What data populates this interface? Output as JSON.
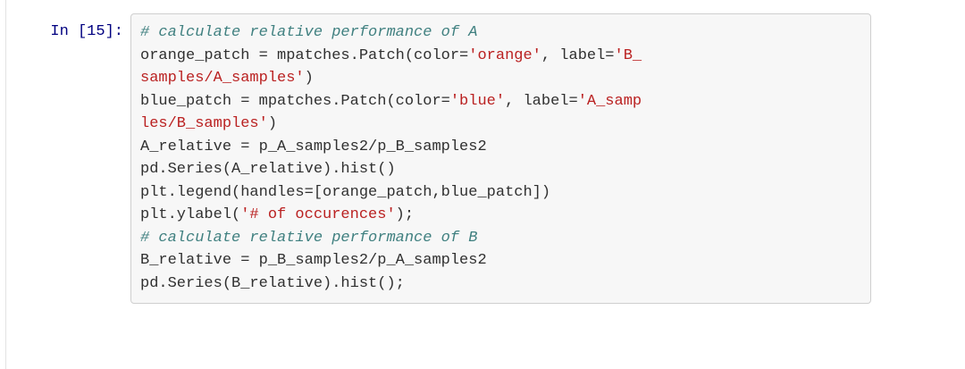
{
  "cell": {
    "prompt_label": "In [15]:",
    "execution_count": 15,
    "cell_type": "code",
    "language": "python",
    "colors": {
      "prompt": "#000080",
      "comment": "#408080",
      "string": "#ba2121",
      "code": "#303030",
      "cell_background": "#f7f7f7",
      "cell_border": "#cfcfcf",
      "page_background": "#ffffff"
    },
    "source_lines": [
      [
        {
          "t": "comment",
          "s": "# calculate relative performance of A"
        }
      ],
      [
        {
          "t": "plain",
          "s": "orange_patch = mpatches.Patch(color="
        },
        {
          "t": "string",
          "s": "'orange'"
        },
        {
          "t": "plain",
          "s": ", label="
        },
        {
          "t": "string",
          "s": "'B_"
        }
      ],
      [
        {
          "t": "string",
          "s": "samples/A_samples'"
        },
        {
          "t": "plain",
          "s": ")"
        }
      ],
      [
        {
          "t": "plain",
          "s": "blue_patch = mpatches.Patch(color="
        },
        {
          "t": "string",
          "s": "'blue'"
        },
        {
          "t": "plain",
          "s": ", label="
        },
        {
          "t": "string",
          "s": "'A_samp"
        }
      ],
      [
        {
          "t": "string",
          "s": "les/B_samples'"
        },
        {
          "t": "plain",
          "s": ")"
        }
      ],
      [
        {
          "t": "plain",
          "s": "A_relative = p_A_samples2/p_B_samples2"
        }
      ],
      [
        {
          "t": "plain",
          "s": "pd.Series(A_relative).hist()"
        }
      ],
      [
        {
          "t": "plain",
          "s": "plt.legend(handles=[orange_patch,blue_patch])"
        }
      ],
      [
        {
          "t": "plain",
          "s": "plt.ylabel("
        },
        {
          "t": "string",
          "s": "'# of occurences'"
        },
        {
          "t": "plain",
          "s": ");"
        }
      ],
      [
        {
          "t": "comment",
          "s": "# calculate relative performance of B"
        }
      ],
      [
        {
          "t": "plain",
          "s": "B_relative = p_B_samples2/p_A_samples2"
        }
      ],
      [
        {
          "t": "plain",
          "s": "pd.Series(B_relative).hist();"
        }
      ]
    ]
  }
}
